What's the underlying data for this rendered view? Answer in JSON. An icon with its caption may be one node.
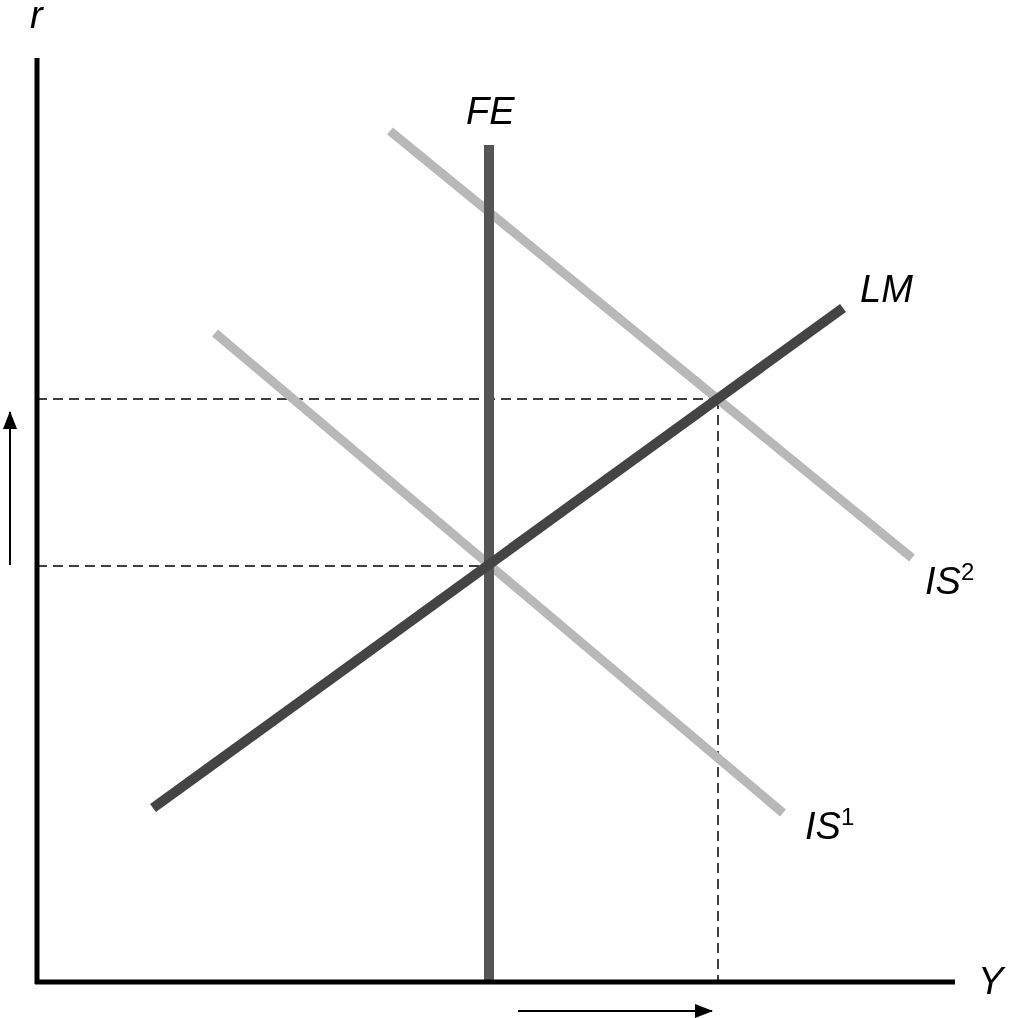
{
  "diagram": {
    "labels": [
      "r",
      "FE",
      "LM",
      "IS$^{2}$",
      "IS$^{1}$",
      "Y"
    ]
  }
}
